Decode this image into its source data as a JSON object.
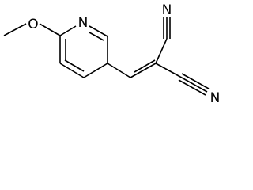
{
  "molecule": {
    "atoms": {
      "oxygen": "O",
      "ring_nitrogen": "N",
      "nitrile_nitrogen_top": "N",
      "nitrile_nitrogen_bottom": "N"
    },
    "line_color": "#000000",
    "background": "#ffffff"
  }
}
